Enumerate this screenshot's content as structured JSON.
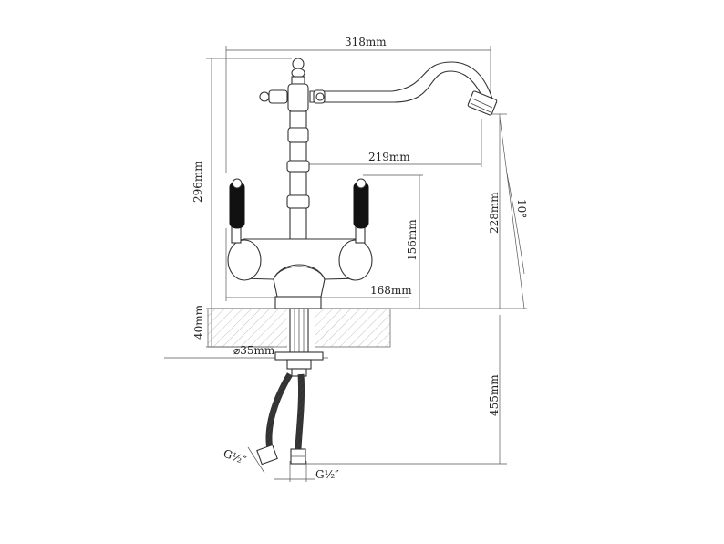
{
  "dimensions": {
    "spout_reach": "318mm",
    "total_height": "296mm",
    "spout_height": "228mm",
    "spout_offset": "219mm",
    "body_height": "156mm",
    "body_width": "168mm",
    "max_deck": "40mm",
    "hole_diameter": "⌀35mm",
    "hose_length": "455mm",
    "spout_angle": "10°"
  },
  "connections": {
    "left": "G¹⁄₂″",
    "right": "G¹⁄₂″"
  },
  "colors": {
    "line": "#333333",
    "handle": "#111111",
    "hatch": "#888888"
  }
}
